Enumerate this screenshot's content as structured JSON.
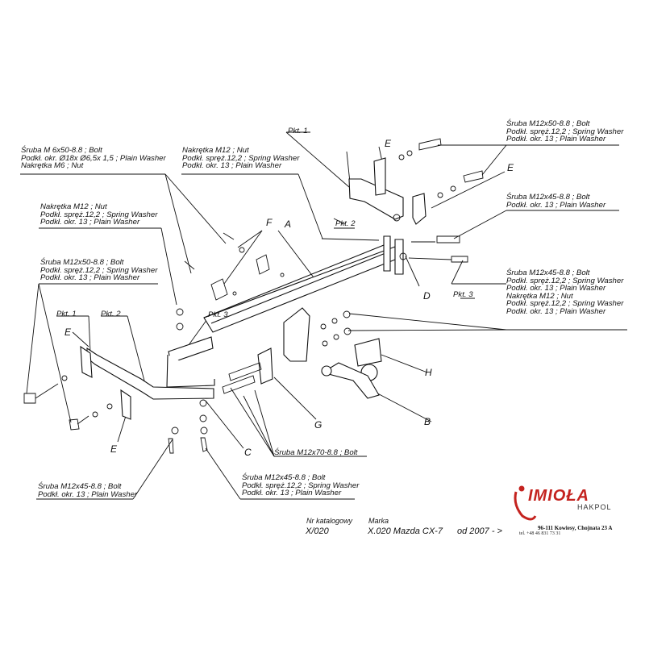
{
  "callouts": {
    "bolt_m6": [
      "Śruba M 6x50-8.8 ;  Bolt",
      "Podkł. okr.  Ø18x Ø6,5x 1,5 ; Plain Washer",
      "Nakrętka  M6 ; Nut"
    ],
    "nut_m12_top": [
      "Nakrętka  M12 ; Nut",
      "Podkł. spręż.12,2 ; Spring Washer",
      "Podkł. okr. 13 ; Plain Washer"
    ],
    "nut_m12_left": [
      "Nakrętka  M12 ; Nut",
      "Podkł. spręż.12,2 ; Spring Washer",
      "Podkł. okr. 13 ; Plain Washer"
    ],
    "bolt_m12x50_left": [
      "Śruba M12x50-8.8 ;  Bolt",
      "Podkł. spręż.12,2 ; Spring Washer",
      "Podkł. okr. 13 ; Plain Washer"
    ],
    "bolt_m12x50_right": [
      "Śruba M12x50-8.8 ;  Bolt",
      "Podkł. spręż.12,2 ; Spring Washer",
      "Podkł. okr. 13 ; Plain Washer"
    ],
    "bolt_m12x45_plain_right": [
      "Śruba M12x45-8.8 ;  Bolt",
      "Podkł. okr. 13 ; Plain Washer"
    ],
    "bolt_nut_m12x45_right": [
      "Śruba M12x45-8.8 ;  Bolt",
      "Podkł. spręż.12,2 ; Spring Washer",
      "Podkł. okr. 13 ; Plain Washer",
      "Nakrętka  M12 ; Nut",
      "Podkł. spręż.12,2 ; Spring Washer",
      "Podkł. okr. 13 ; Plain Washer"
    ],
    "bolt_m12x70": [
      "Śruba M12x70-8.8 ;  Bolt"
    ],
    "bolt_m12x45_plain_left": [
      "Śruba M12x45-8.8 ;  Bolt",
      "Podkł. okr. 13 ; Plain Washer"
    ],
    "bolt_m12x45_spring_bottom": [
      "Śruba M12x45-8.8 ;  Bolt",
      "Podkł. spręż.12,2 ; Spring Washer",
      "Podkł. okr. 13 ; Plain Washer"
    ]
  },
  "letters": {
    "A": "A",
    "B": "B",
    "C": "C",
    "D": "D",
    "E1": "E",
    "E2": "E",
    "E3": "E",
    "E4": "E",
    "F": "F",
    "G": "G",
    "H": "H"
  },
  "points": {
    "pkt1_top": "Pkt. 1",
    "pkt2_top": "Pkt. 2",
    "pkt3_right": "Pkt. 3",
    "pkt1_left": "Pkt. 1",
    "pkt2_left": "Pkt. 2",
    "pkt3_left": "Pkt. 3"
  },
  "footer": {
    "catalog_label": "Nr katalogowy",
    "catalog_value": "X/020",
    "brand_label": "Marka",
    "brand_value": "X.020 Mazda CX-7",
    "year_value": "od 2007 - >"
  },
  "company": {
    "logo_text": "IMIOŁA",
    "sub_text": "HAKPOL",
    "address": "96-111 Kowiesy, Chojnata 23 A",
    "phone": "tel. +48 46 831 73 31",
    "logo_color": "#c4231f"
  }
}
